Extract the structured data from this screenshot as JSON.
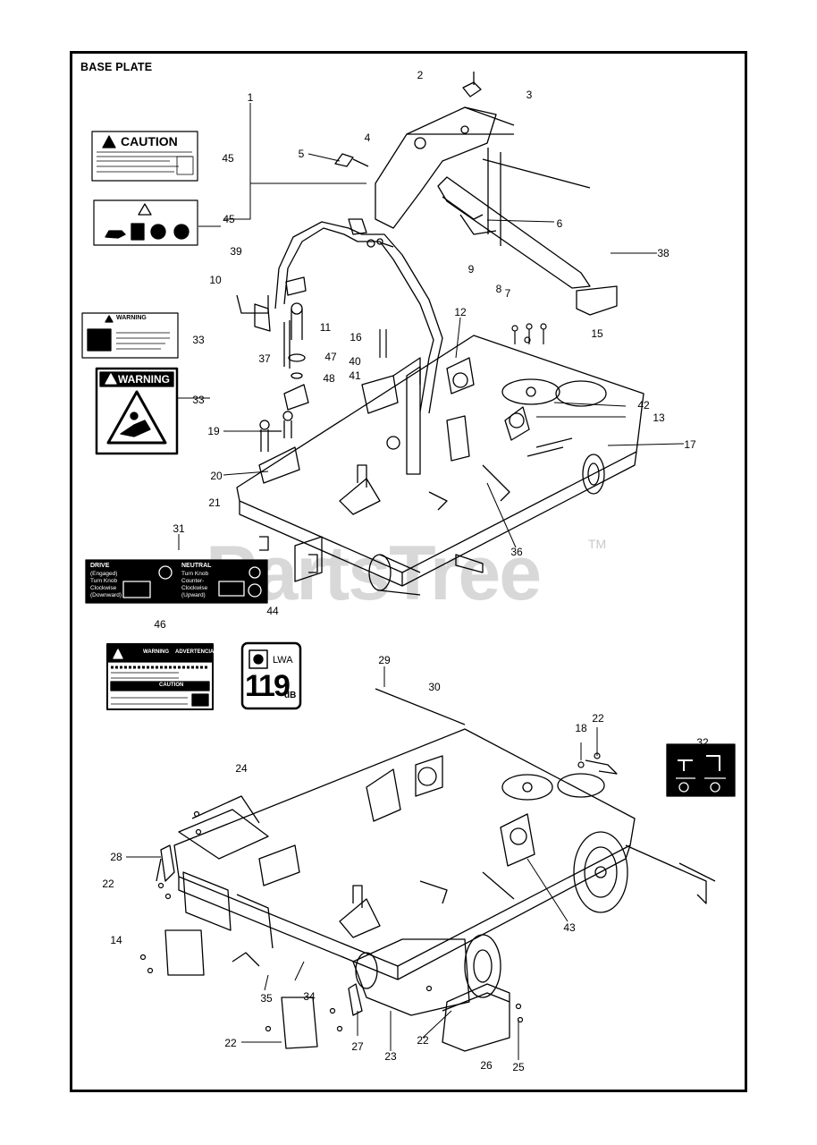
{
  "title": "BASE PLATE",
  "watermark": "PartsTree",
  "trademark": "TM",
  "callouts": [
    {
      "id": "c1",
      "text": "1"
    },
    {
      "id": "c2",
      "text": "2"
    },
    {
      "id": "c3",
      "text": "3"
    },
    {
      "id": "c4",
      "text": "4"
    },
    {
      "id": "c5",
      "text": "5"
    },
    {
      "id": "c6",
      "text": "6"
    },
    {
      "id": "c7",
      "text": "7"
    },
    {
      "id": "c8",
      "text": "8"
    },
    {
      "id": "c9",
      "text": "9"
    },
    {
      "id": "c10",
      "text": "10"
    },
    {
      "id": "c11",
      "text": "11"
    },
    {
      "id": "c12",
      "text": "12"
    },
    {
      "id": "c13",
      "text": "13"
    },
    {
      "id": "c14",
      "text": "14"
    },
    {
      "id": "c15",
      "text": "15"
    },
    {
      "id": "c16",
      "text": "16"
    },
    {
      "id": "c17",
      "text": "17"
    },
    {
      "id": "c18",
      "text": "18"
    },
    {
      "id": "c19",
      "text": "19"
    },
    {
      "id": "c20",
      "text": "20"
    },
    {
      "id": "c21",
      "text": "21"
    },
    {
      "id": "c22a",
      "text": "22"
    },
    {
      "id": "c22b",
      "text": "22"
    },
    {
      "id": "c22c",
      "text": "22"
    },
    {
      "id": "c22d",
      "text": "22"
    },
    {
      "id": "c23",
      "text": "23"
    },
    {
      "id": "c24",
      "text": "24"
    },
    {
      "id": "c25",
      "text": "25"
    },
    {
      "id": "c26",
      "text": "26"
    },
    {
      "id": "c27",
      "text": "27"
    },
    {
      "id": "c28",
      "text": "28"
    },
    {
      "id": "c29",
      "text": "29"
    },
    {
      "id": "c30",
      "text": "30"
    },
    {
      "id": "c31",
      "text": "31"
    },
    {
      "id": "c32",
      "text": "32"
    },
    {
      "id": "c33a",
      "text": "33"
    },
    {
      "id": "c33b",
      "text": "33"
    },
    {
      "id": "c34",
      "text": "34"
    },
    {
      "id": "c35",
      "text": "35"
    },
    {
      "id": "c36",
      "text": "36"
    },
    {
      "id": "c37",
      "text": "37"
    },
    {
      "id": "c38",
      "text": "38"
    },
    {
      "id": "c39",
      "text": "39"
    },
    {
      "id": "c40",
      "text": "40"
    },
    {
      "id": "c41",
      "text": "41"
    },
    {
      "id": "c42",
      "text": "42"
    },
    {
      "id": "c43",
      "text": "43"
    },
    {
      "id": "c44",
      "text": "44"
    },
    {
      "id": "c45a",
      "text": "45"
    },
    {
      "id": "c45b",
      "text": "45"
    },
    {
      "id": "c46",
      "text": "46"
    },
    {
      "id": "c47",
      "text": "47"
    },
    {
      "id": "c48",
      "text": "48"
    }
  ],
  "decals": {
    "caution": {
      "heading": "CAUTION"
    },
    "warning_small": {
      "heading": "WARNING"
    },
    "warning_large": {
      "heading": "WARNING"
    },
    "drive": {
      "left_heading": "DRIVE",
      "left_lines": [
        "(Engaged)",
        "Turn Knob",
        "Clockwise",
        "(Downward)"
      ],
      "right_heading": "NEUTRAL",
      "right_lines": [
        "Turn Knob",
        "Counter-",
        "Clockwise",
        "(Upward)"
      ]
    },
    "bilingual": {
      "warning": "WARNING",
      "advertencia": "ADVERTENCIA",
      "caution": "CAUTION"
    },
    "noise": {
      "lwa": "LWA",
      "value": "119",
      "unit": "dB"
    }
  }
}
